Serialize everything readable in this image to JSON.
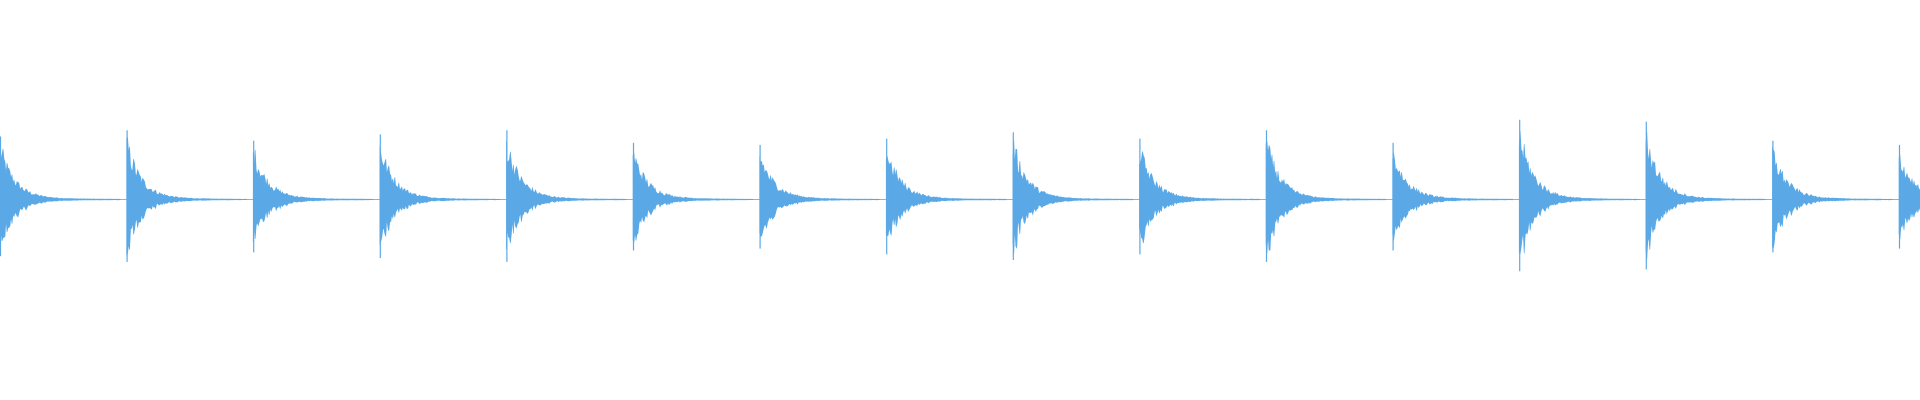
{
  "waveform": {
    "color": "#5aa9e6",
    "background": "#ffffff",
    "transient_count": 16,
    "decay": "exponential",
    "peak_amplitudes": [
      0.3,
      0.33,
      0.28,
      0.31,
      0.33,
      0.27,
      0.26,
      0.29,
      0.32,
      0.29,
      0.33,
      0.27,
      0.38,
      0.37,
      0.28,
      0.26
    ]
  }
}
